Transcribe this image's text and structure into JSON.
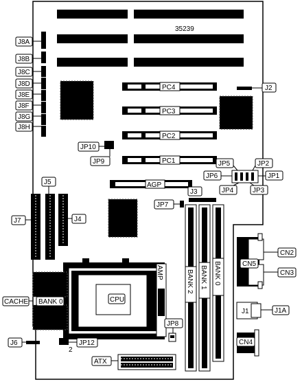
{
  "board_number": "35239",
  "labels": {
    "j8a": "J8A",
    "j8b": "J8B",
    "j8c": "J8C",
    "j8d": "J8D",
    "j8e": "J8E",
    "j8f": "J8F",
    "j8g": "J8G",
    "j8h": "J8H",
    "j2": "J2",
    "jp10": "JP10",
    "jp9": "JP9",
    "jp5": "JP5",
    "jp2": "JP2",
    "jp6": "JP6",
    "jp1": "JP1",
    "jp4": "JP4",
    "jp3": "JP3",
    "j5": "J5",
    "j7": "J7",
    "j4": "J4",
    "j3": "J3",
    "jp7": "JP7",
    "cn2": "CN2",
    "cn5": "CN5",
    "cn3": "CN3",
    "j1": "J1",
    "j1a": "J1A",
    "cn4": "CN4",
    "cache": "CACHE",
    "bank0_left": "BANK 0",
    "j6": "J6",
    "jp12": "JP12",
    "jp12_sub": "2",
    "jp8": "JP8",
    "atx": "ATX"
  },
  "slots": {
    "pc4": "PC4",
    "pc3": "PC3",
    "pc2": "PC2",
    "pc1": "PC1",
    "agp": "AGP"
  },
  "dimm": {
    "bank2": "BANK 2",
    "bank1": "BANK 1",
    "bank0": "BANK 0"
  },
  "cpu": {
    "label": "CPU",
    "socket": "AMP"
  }
}
